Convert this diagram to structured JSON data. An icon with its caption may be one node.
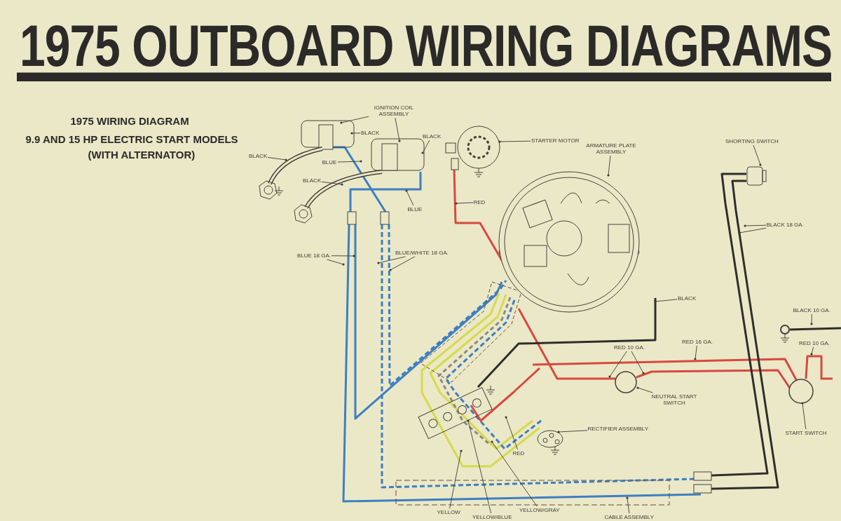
{
  "diagram": {
    "title": "1975 OUTBOARD WIRING DIAGRAMS",
    "nodes": [
      {
        "text": [
          "IGNITION COIL ASSEMBLY"
        ]
      },
      {
        "text": [
          "BLACK"
        ]
      },
      {
        "text": [
          "BLACK"
        ]
      },
      {
        "text": [
          "BLACK"
        ]
      },
      {
        "text": [
          "BLUE"
        ]
      },
      {
        "text": [
          "BLACK"
        ]
      },
      {
        "text": [
          "BLUE"
        ]
      },
      {
        "text": [
          "STARTER MOTOR"
        ]
      },
      {
        "text": [
          "ARMATURE PLATE ASSEMBLY"
        ]
      },
      {
        "text": [
          "RED"
        ]
      },
      {
        "text": [
          "SHORTING SWITCH"
        ]
      },
      {
        "text": [
          "BLACK 18 GA."
        ]
      },
      {
        "text": [
          "BLUE 18 GA."
        ]
      },
      {
        "text": [
          "BLUE/WHITE 18 GA."
        ]
      },
      {
        "text": [
          "BLACK"
        ]
      },
      {
        "text": [
          "BLACK 10 GA."
        ]
      },
      {
        "text": [
          "RED 10 GA."
        ]
      },
      {
        "text": [
          "RED 16 GA."
        ]
      },
      {
        "text": [
          "RED 10 GA."
        ]
      },
      {
        "text": [
          "NEUTRAL START SWITCH"
        ]
      },
      {
        "text": [
          "START SWITCH"
        ]
      },
      {
        "text": [
          "RECTIFIER ASSEMBLY"
        ]
      },
      {
        "text": [
          "RED"
        ]
      },
      {
        "text": [
          "YELLOW"
        ]
      },
      {
        "text": [
          "YELLOW/BLUE"
        ]
      },
      {
        "text": [
          "YELLOW/GRAY"
        ]
      },
      {
        "text": [
          "CABLE ASSEMBLY"
        ]
      }
    ],
    "edges": [
      {
        "from": 0,
        "to": null,
        "arrow": "other"
      },
      {
        "from": 0,
        "to": null,
        "arrow": "other"
      },
      {
        "from": 1,
        "to": null,
        "arrow": "other"
      },
      {
        "from": 2,
        "to": null,
        "arrow": "other"
      },
      {
        "from": 3,
        "to": null,
        "arrow": "other"
      },
      {
        "from": 4,
        "to": null,
        "arrow": "other"
      },
      {
        "from": 5,
        "to": null,
        "arrow": "other"
      },
      {
        "from": 6,
        "to": null,
        "arrow": "other"
      },
      {
        "from": 7,
        "to": null,
        "arrow": "other"
      },
      {
        "from": 8,
        "to": null,
        "arrow": "other"
      },
      {
        "from": 9,
        "to": null,
        "arrow": "other"
      },
      {
        "from": 10,
        "to": null,
        "arrow": "other"
      },
      {
        "from": 11,
        "to": null,
        "arrow": "other"
      },
      {
        "from": 11,
        "to": null,
        "arrow": "other"
      },
      {
        "from": 12,
        "to": null,
        "arrow": "other"
      },
      {
        "from": 12,
        "to": null,
        "arrow": "other"
      },
      {
        "from": 13,
        "to": null,
        "arrow": "other"
      },
      {
        "from": 13,
        "to": null,
        "arrow": "other"
      },
      {
        "from": 14,
        "to": null,
        "arrow": "other"
      },
      {
        "from": 15,
        "to": null,
        "arrow": "other"
      },
      {
        "from": 16,
        "to": null,
        "arrow": "other"
      },
      {
        "from": 16,
        "to": null,
        "arrow": "other"
      },
      {
        "from": 17,
        "to": null,
        "arrow": "other"
      },
      {
        "from": 18,
        "to": null,
        "arrow": "other"
      },
      {
        "from": 19,
        "to": null,
        "arrow": "other"
      },
      {
        "from": 20,
        "to": null,
        "arrow": "other"
      },
      {
        "from": 21,
        "to": null,
        "arrow": "other"
      },
      {
        "from": 22,
        "to": null,
        "arrow": "other"
      },
      {
        "from": 23,
        "to": null,
        "arrow": "other"
      },
      {
        "from": 24,
        "to": null,
        "arrow": "other"
      },
      {
        "from": 25,
        "to": null,
        "arrow": "other"
      },
      {
        "from": 26,
        "to": null,
        "arrow": "other"
      }
    ],
    "labels": [
      "1975 WIRING DIAGRAM",
      "9.9 AND 15 HP ELECTRIC START MODELS",
      "(WITH ALTERNATOR)"
    ]
  }
}
